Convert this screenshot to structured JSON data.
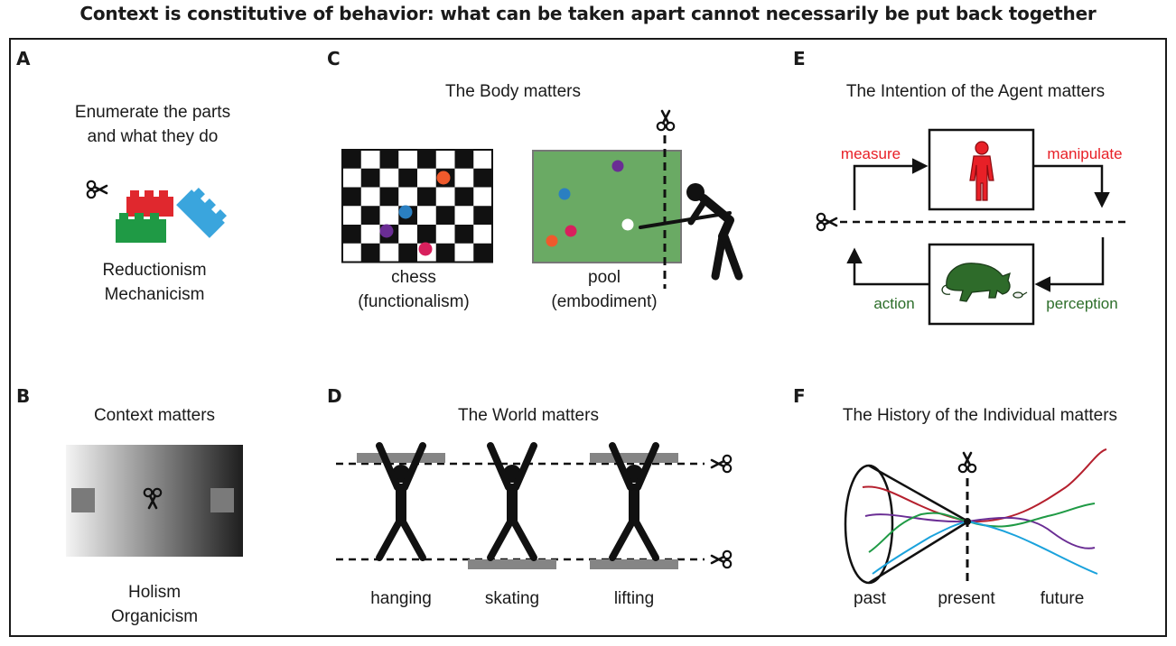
{
  "title": "Context is constitutive of behavior: what can be taken apart cannot necessarily be put back together",
  "colors": {
    "red": "#e0282e",
    "blue": "#3aa5dd",
    "green": "#1f9a45",
    "agent_red": "#e82027",
    "animal_green": "#2e6b2a",
    "pool_green": "#6aaa64",
    "label_red": "#e82027",
    "label_green": "#2d6e2a"
  },
  "panels": {
    "a": {
      "label": "A",
      "title_line1": "Enumerate the parts",
      "title_line2": "and what they do",
      "caption_line1": "Reductionism",
      "caption_line2": "Mechanicism",
      "icons": [
        "scissors-icon",
        "lego-bricks"
      ]
    },
    "b": {
      "label": "B",
      "title": "Context matters",
      "caption_line1": "Holism",
      "caption_line2": "Organicism",
      "icons": [
        "scissors-icon",
        "gradient-rectangle"
      ]
    },
    "c": {
      "label": "C",
      "title": "The Body matters",
      "chess_line1": "chess",
      "chess_line2": "(functionalism)",
      "pool_line1": "pool",
      "pool_line2": "(embodiment)",
      "icons": [
        "chessboard",
        "pool-table",
        "pool-player-icon",
        "scissors-icon"
      ]
    },
    "d": {
      "label": "D",
      "title": "The World matters",
      "figures": [
        "hanging",
        "skating",
        "lifting"
      ],
      "icons": [
        "stick-figure-icon",
        "scissors-icon"
      ]
    },
    "e": {
      "label": "E",
      "title": "The Intention of the Agent matters",
      "measure": "measure",
      "manipulate": "manipulate",
      "action": "action",
      "perception": "perception",
      "icons": [
        "person-icon",
        "cat-mouse-icon",
        "scissors-icon"
      ]
    },
    "f": {
      "label": "F",
      "title": "The History of the Individual matters",
      "past": "past",
      "present": "present",
      "future": "future",
      "icons": [
        "cone",
        "scissors-icon"
      ]
    }
  }
}
